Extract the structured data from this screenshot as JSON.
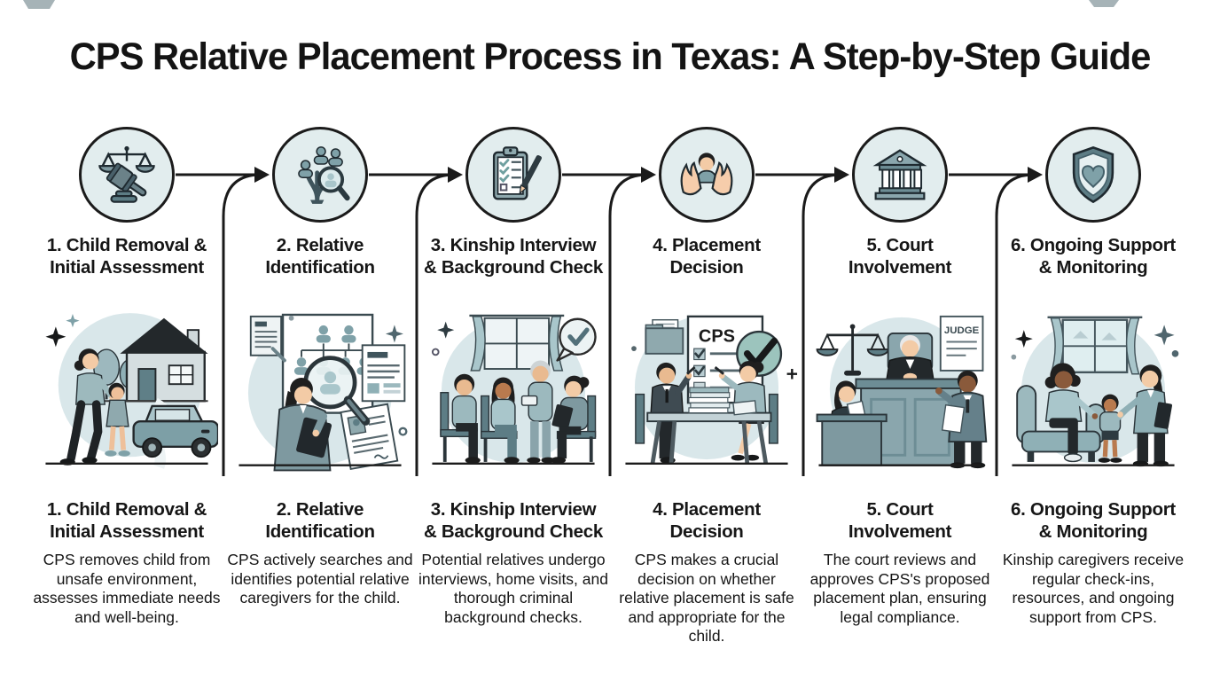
{
  "title": "CPS Relative Placement Process in Texas: A Step-by-Step Guide",
  "steps": [
    {
      "num": 1,
      "icon": "scales-and-gavel",
      "title_lines": [
        "1. Child Removal &",
        "Initial Assessment"
      ],
      "description": "CPS removes child from unsafe environment, assesses immediate needs and well-being.",
      "illustration": "social-worker-walking-child-from-house-to-car"
    },
    {
      "num": 2,
      "icon": "family-tree-with-magnifier",
      "title_lines": [
        "2. Relative",
        "Identification"
      ],
      "description": "CPS actively searches and identifies potential relative caregivers for the child.",
      "illustration": "caseworker-searching-family-tree-and-documents"
    },
    {
      "num": 3,
      "icon": "clipboard-checklist-with-pen",
      "title_lines": [
        "3. Kinship Interview",
        "& Background Check"
      ],
      "description": "Potential relatives undergo interviews, home visits, and thorough criminal background checks.",
      "illustration": "family-interview-with-caseworker"
    },
    {
      "num": 4,
      "icon": "hands-holding-child",
      "title_lines": [
        "4. Placement",
        "Decision"
      ],
      "description": "CPS makes a crucial decision on whether relative placement is safe and appropriate for the child.",
      "illustration": "cps-decision-meeting-with-checklist",
      "illustration_label": "CPS"
    },
    {
      "num": 5,
      "icon": "courthouse",
      "title_lines": [
        "5. Court",
        "Involvement"
      ],
      "description": "The court reviews and approves CPS's proposed placement plan, ensuring legal compliance.",
      "illustration": "courtroom-judge-review",
      "illustration_label": "JUDGE"
    },
    {
      "num": 6,
      "icon": "shield-with-heart",
      "title_lines": [
        "6. Ongoing Support",
        "& Monitoring"
      ],
      "description": "Kinship caregivers receive regular check-ins, resources, and ongoing support from CPS.",
      "illustration": "home-visit-support-for-kinship-family"
    }
  ],
  "colors": {
    "background": "#ffffff",
    "text": "#151515",
    "outline": "#1c1c1c",
    "icon_circle_bg": "#e2edee",
    "illustration_bg": "#d9e7ea",
    "slate": "#6f8f97",
    "teal": "#9cb9be",
    "check_green": "#9cc4bd"
  }
}
